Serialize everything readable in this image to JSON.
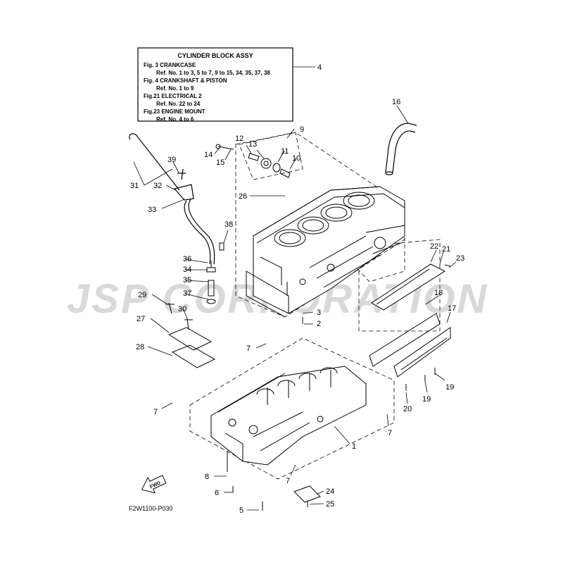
{
  "legend_box": {
    "title": "CYLINDER BLOCK ASSY",
    "lines": [
      "Fig.  3 CRANKCASE",
      "Ref. No. 1 to 3, 5 to 7, 9 to 15, 34, 35, 37, 38",
      "Fig.  4 CRANKSHAFT & PISTON",
      "Ref. No. 1 to 9",
      "Fig.21 ELECTRICAL 2",
      "Ref. No. 22 to 24",
      "Fig.23 ENGINE MOUNT",
      "Ref. No. 4 to 6"
    ]
  },
  "watermark": "JSP CORPORATION",
  "fwd_label": "FWD",
  "drawing_code": "F2W1100-P030",
  "callouts": [
    "1",
    "2",
    "3",
    "4",
    "5",
    "6",
    "7",
    "7",
    "7",
    "7",
    "8",
    "9",
    "10",
    "11",
    "12",
    "13",
    "14",
    "15",
    "16",
    "17",
    "18",
    "19",
    "19",
    "20",
    "21",
    "22",
    "23",
    "24",
    "25",
    "26",
    "27",
    "28",
    "29",
    "30",
    "31",
    "32",
    "33",
    "34",
    "35",
    "36",
    "37",
    "38",
    "39"
  ]
}
